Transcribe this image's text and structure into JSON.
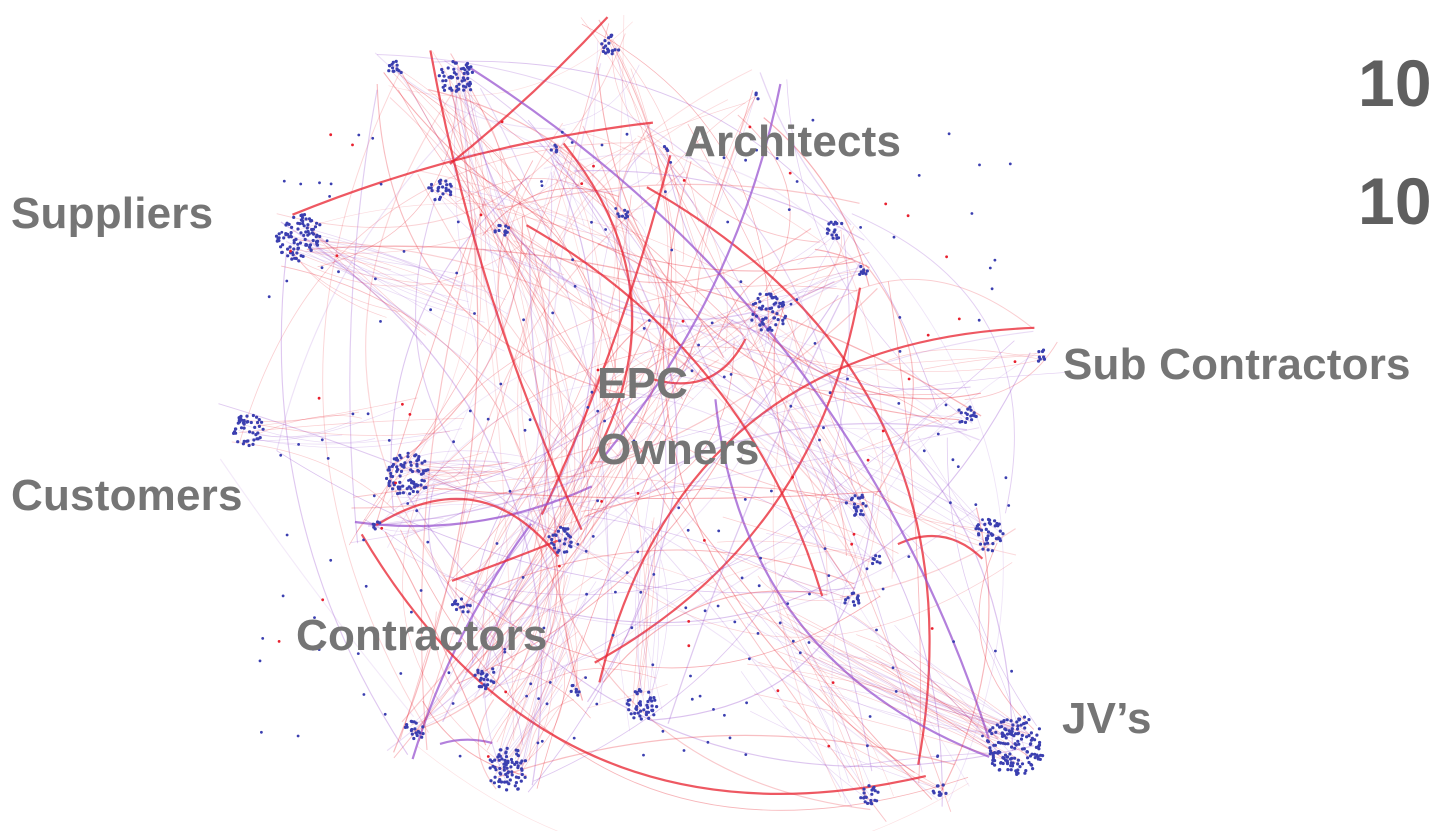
{
  "labels": {
    "architects": "Architects",
    "suppliers": "Suppliers",
    "sub_contractors": "Sub Contractors",
    "customers": "Customers",
    "epc": "EPC",
    "owners": "Owners",
    "contractors": "Contractors",
    "jvs": "JV’s"
  },
  "headline": {
    "line1": "10",
    "line2": "10"
  },
  "colors": {
    "label_text": "#757575",
    "node": "#3b3fb0",
    "edge_red": "#e8202e",
    "edge_purple": "#9a55d0"
  }
}
